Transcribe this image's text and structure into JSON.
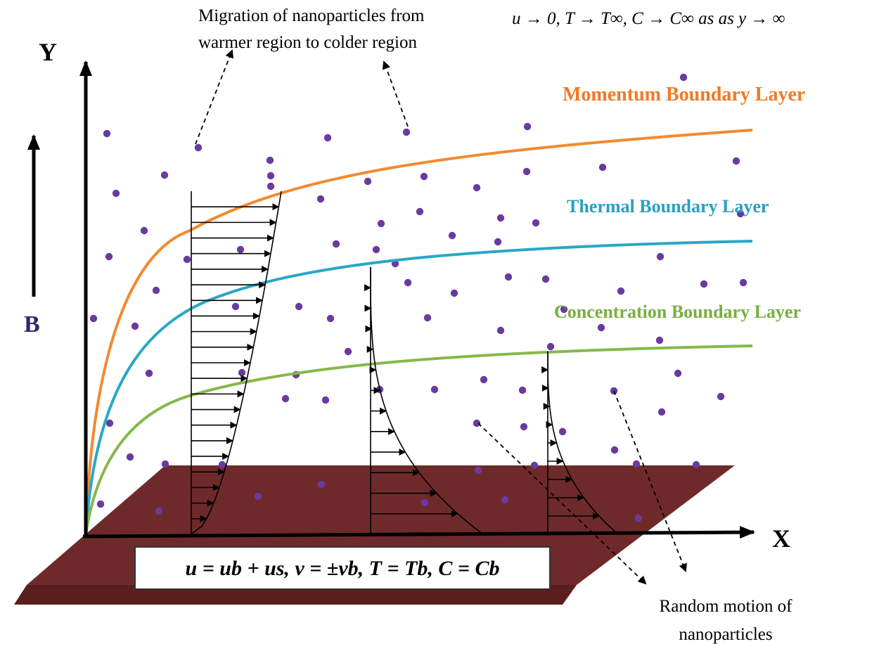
{
  "labels": {
    "y_axis": "Y",
    "x_axis": "X",
    "magnetic_field": "B",
    "far_field_condition": "u → 0, T → T∞, C → C∞ as as y → ∞",
    "migration_line1": "Migration of nanoparticles from",
    "migration_line2": "warmer region to colder region",
    "momentum_layer": "Momentum Boundary Layer",
    "thermal_layer": "Thermal Boundary Layer",
    "concentration_layer": "Concentration Boundary Layer",
    "wall_condition": "u = ub + us, v = ±vb, T = Tb, C = Cb",
    "random_line1": "Random motion of",
    "random_line2": "nanoparticles"
  },
  "colors": {
    "momentum": "#f28a30",
    "thermal": "#2aa7c6",
    "concentration": "#86b84a",
    "plate": "#6e2a2a",
    "plate_edge": "#5a1e1e",
    "particle": "#6a3aa0",
    "b_label": "#2a2a6a"
  },
  "icons": {
    "particle": "filled-circle",
    "axis_arrow": "arrowhead"
  }
}
